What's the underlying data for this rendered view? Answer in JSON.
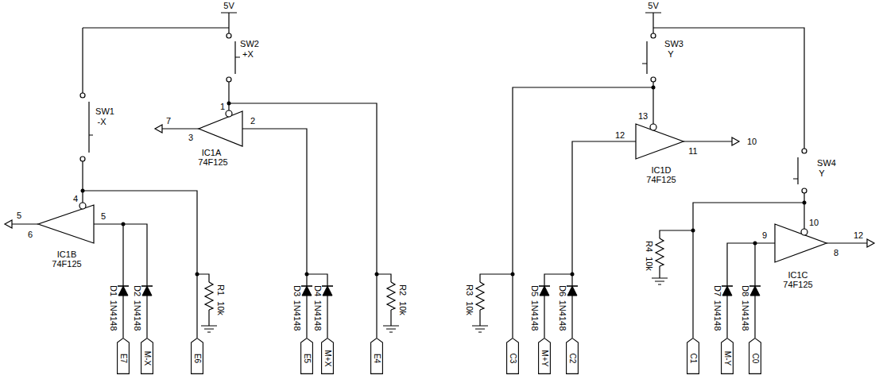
{
  "diagram": {
    "nodes": [
      {
        "text": [
          "E7"
        ]
      },
      {
        "text": [
          "M-X"
        ]
      },
      {
        "text": [
          "E6"
        ]
      },
      {
        "text": [
          "E5"
        ]
      },
      {
        "text": [
          "M+X"
        ]
      },
      {
        "text": [
          "E4"
        ]
      },
      {
        "text": [
          "C3"
        ]
      },
      {
        "text": [
          "M+Y"
        ]
      },
      {
        "text": [
          "C2"
        ]
      },
      {
        "text": [
          "C1"
        ]
      },
      {
        "text": [
          "M-Y"
        ]
      },
      {
        "text": [
          "C0"
        ]
      }
    ],
    "labels": [
      "5V",
      "SW2",
      "+X",
      "1",
      "7",
      "3",
      "2",
      "IC1A",
      "74F125",
      "SW1",
      "-X",
      "4",
      "5",
      "6",
      "5",
      "IC1B",
      "74F125",
      "D1",
      "1N4148",
      "D2",
      "1N4148",
      "R1",
      "10k",
      "D3",
      "1N4148",
      "D4",
      "1N4148",
      "R2",
      "10k",
      "R3",
      "10k",
      "D5",
      "1N4148",
      "D6",
      "1N4148",
      "5V",
      "SW3",
      "Y",
      "13",
      "12",
      "11",
      "10",
      "IC1D",
      "74F125",
      "SW4",
      "Y",
      "R4",
      "10k",
      "10",
      "9",
      "8",
      "12",
      "IC1C",
      "74F125",
      "D7",
      "1N4148",
      "D8",
      "1N4148"
    ]
  }
}
